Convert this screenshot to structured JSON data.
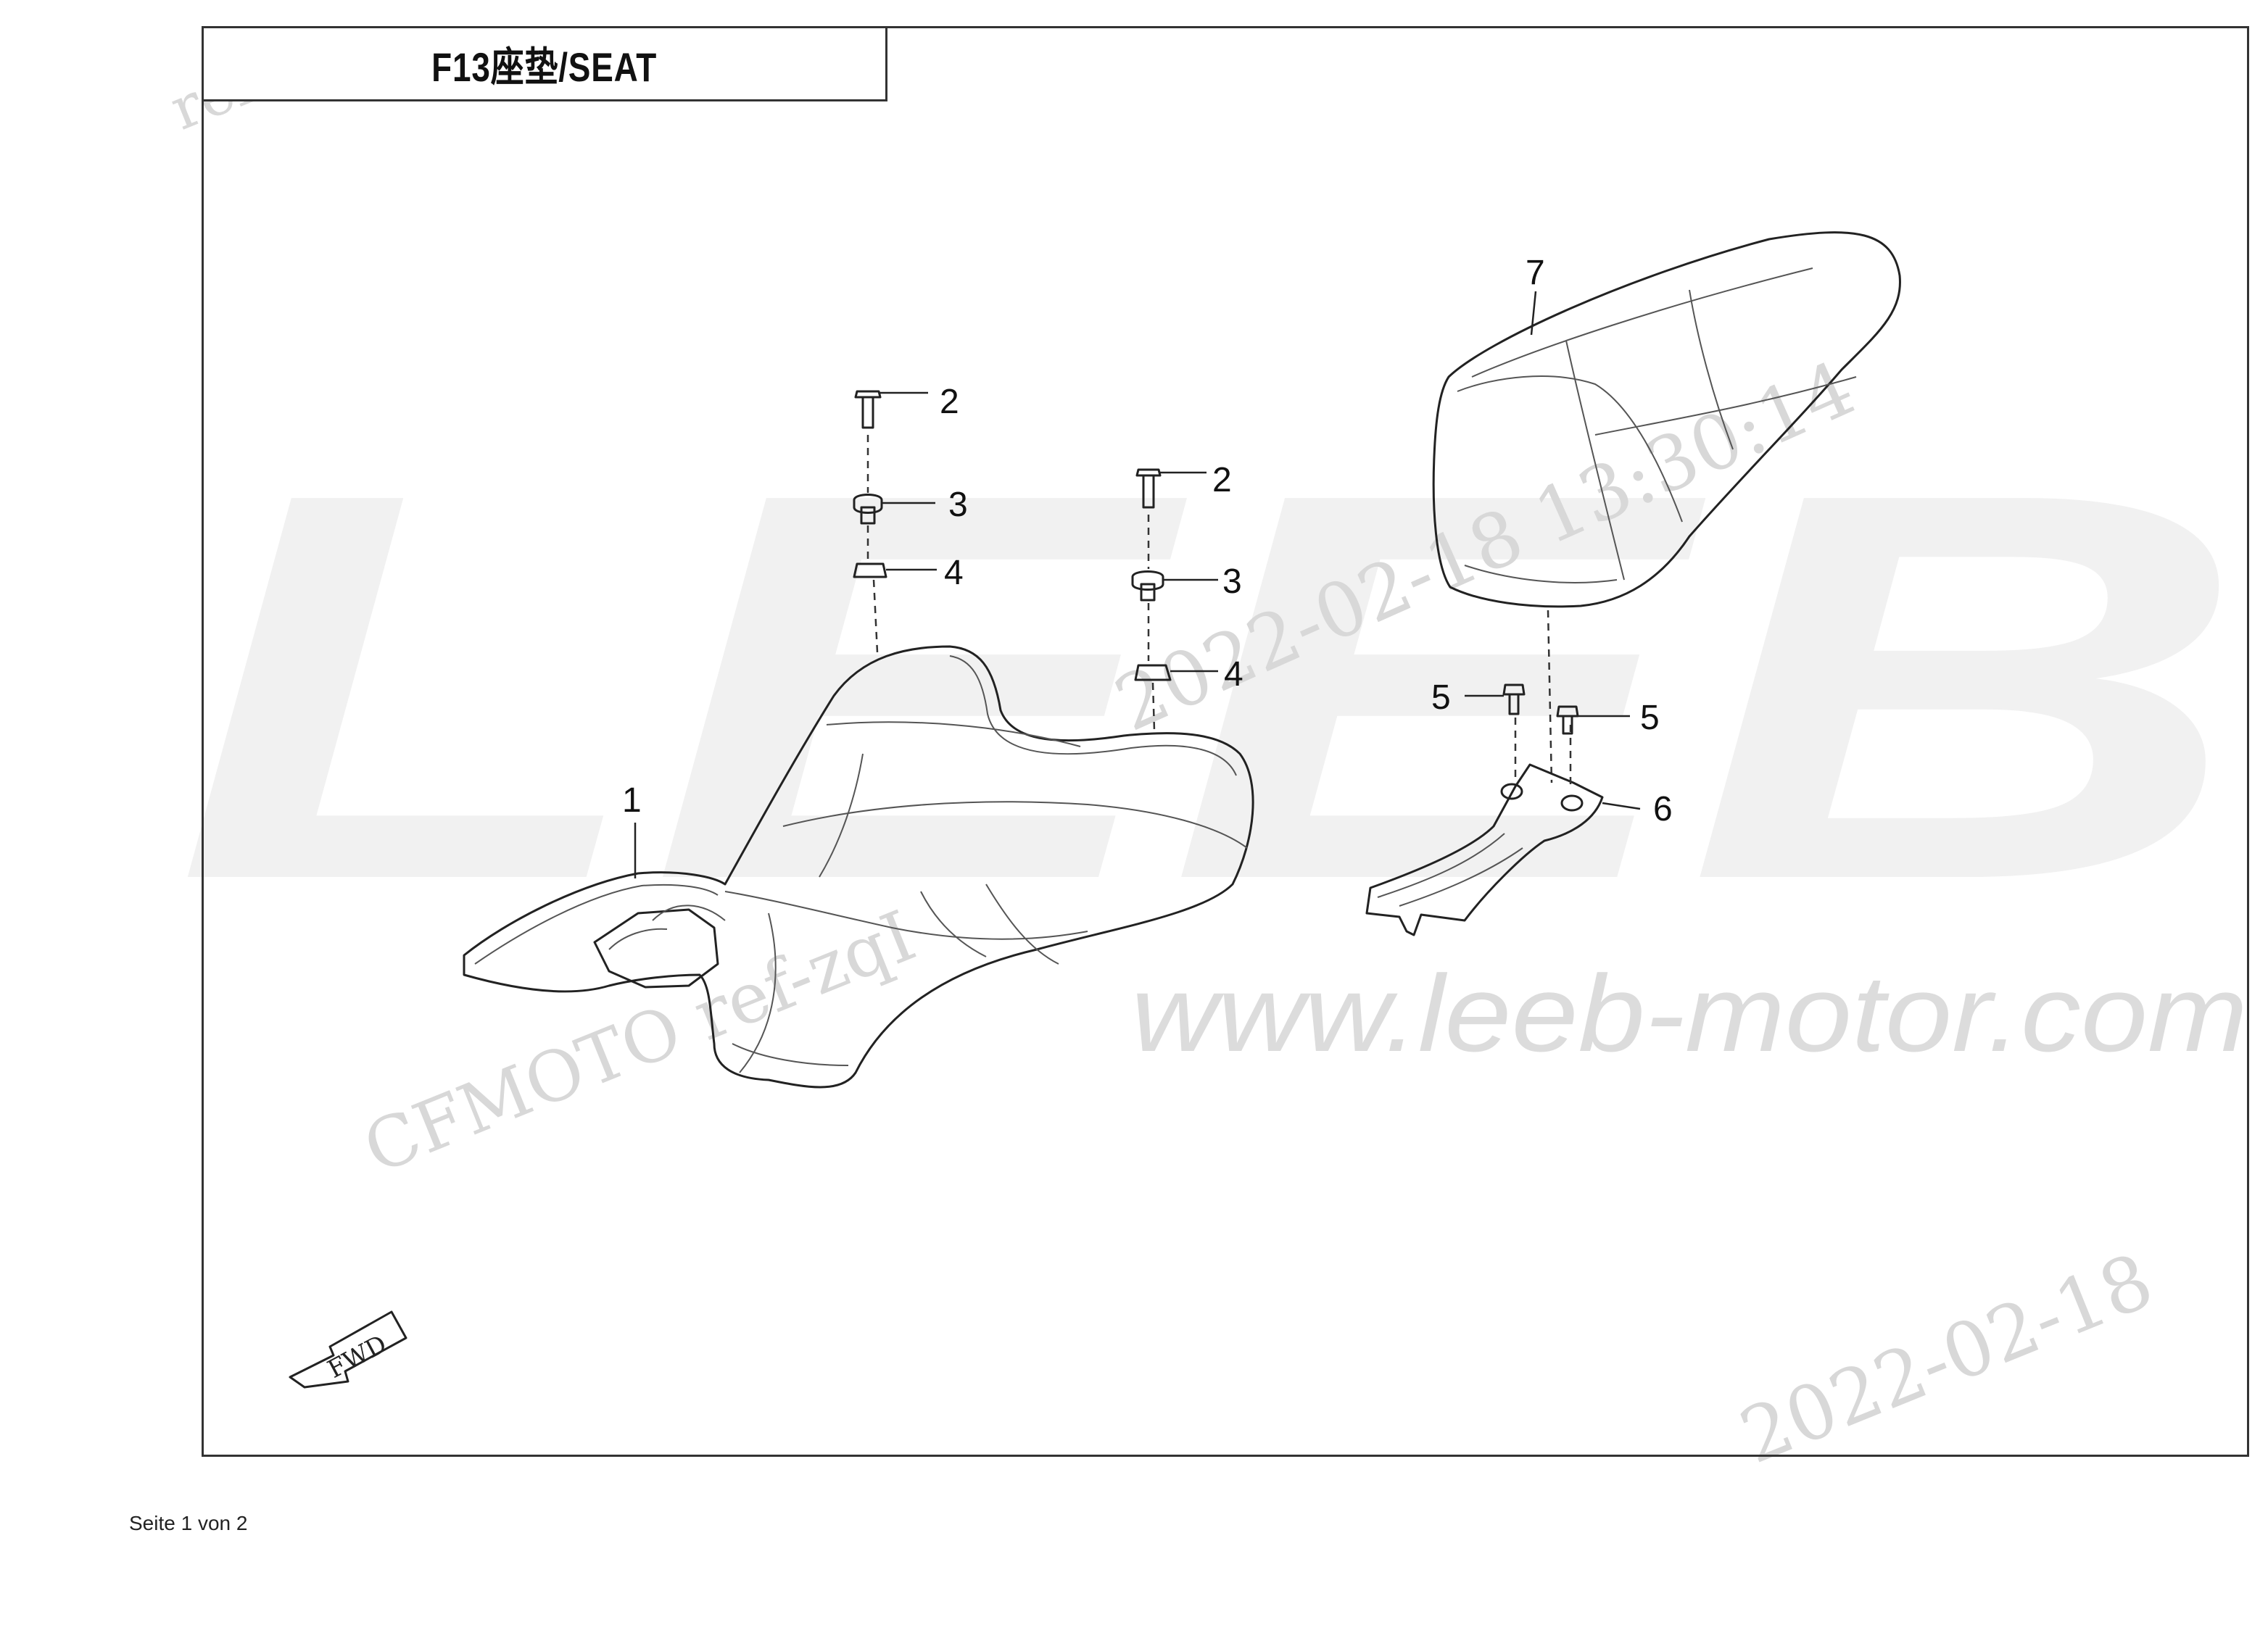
{
  "title": "F13座垫/SEAT",
  "footer": "Seite 1 von 2",
  "fwd_label": "FWD",
  "watermarks": {
    "brand": "LEEB",
    "url": "www.leeb-motor.com",
    "stamp_left": "CFMOTO  ref-zqI",
    "stamp_date": "2022-02-18  13:30:14",
    "stamp_bottom": "2022-02-18",
    "stamp_top_left": "ref-zq"
  },
  "callouts": [
    {
      "id": "seat-front",
      "number": "1"
    },
    {
      "id": "bolt-a",
      "number": "2"
    },
    {
      "id": "washer-a",
      "number": "3"
    },
    {
      "id": "grommet-a",
      "number": "4"
    },
    {
      "id": "bolt-b",
      "number": "2"
    },
    {
      "id": "washer-b",
      "number": "3"
    },
    {
      "id": "grommet-b",
      "number": "4"
    },
    {
      "id": "bolt-c",
      "number": "5"
    },
    {
      "id": "bolt-d",
      "number": "5"
    },
    {
      "id": "bracket",
      "number": "6"
    },
    {
      "id": "seat-rear",
      "number": "7"
    }
  ],
  "colors": {
    "line": "#222222",
    "watermark": "#f1f1f1",
    "frame": "#333333"
  }
}
